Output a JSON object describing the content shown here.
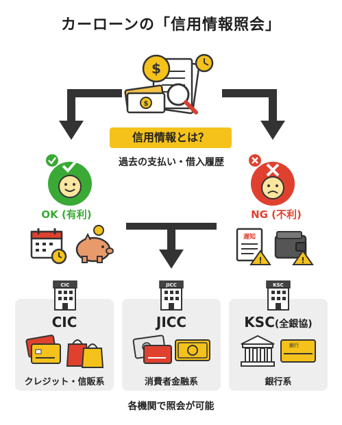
{
  "title": "カーローンの「信用情報照会」",
  "center": {
    "badge": "信用情報とは？",
    "subtitle": "過去の支払い・借入履歴"
  },
  "ok": {
    "label": "OK (有利)",
    "color": "#3aa935"
  },
  "ng": {
    "label": "NG (不利)",
    "color": "#e0412f",
    "notice_text": "遅知"
  },
  "agencies": [
    {
      "building_tag": "CIC",
      "name": "CIC",
      "name_suffix": "",
      "caption": "クレジット・信販系"
    },
    {
      "building_tag": "JICC",
      "name": "JICC",
      "name_suffix": "",
      "caption": "消費者金融系"
    },
    {
      "building_tag": "KSC",
      "name": "KSC",
      "name_suffix": "(全銀協)",
      "caption": "銀行系"
    }
  ],
  "bank_card_text": "銀行",
  "footer": "各機関で照会が可能",
  "colors": {
    "accent_yellow": "#f5c21b",
    "arrow": "#333333",
    "box_bg": "#eeeeee"
  }
}
